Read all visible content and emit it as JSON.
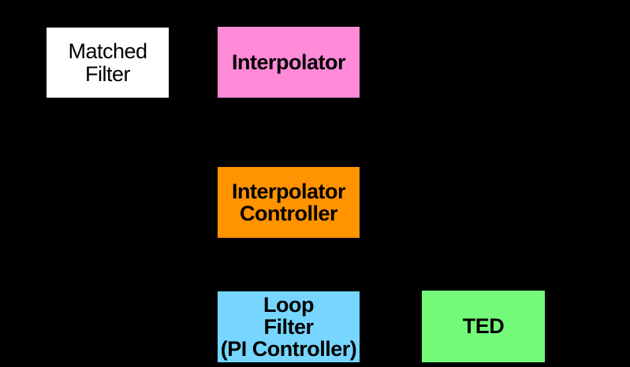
{
  "diagram": {
    "background_color": "#000000",
    "border_color": "#000000",
    "text_color": "#000000",
    "blocks": [
      {
        "id": "matched-filter",
        "label": "Matched\nFilter",
        "fill": "#FFFFFF"
      },
      {
        "id": "interpolator",
        "label": "Interpolator",
        "fill": "#FF8AD8"
      },
      {
        "id": "interpolator-controller",
        "label": "Interpolator\nController",
        "fill": "#FF9300"
      },
      {
        "id": "loop-filter",
        "label": "Loop\nFilter\n(PI Controller)",
        "fill": "#76D6FF"
      },
      {
        "id": "ted",
        "label": "TED",
        "fill": "#73FA79"
      }
    ]
  }
}
